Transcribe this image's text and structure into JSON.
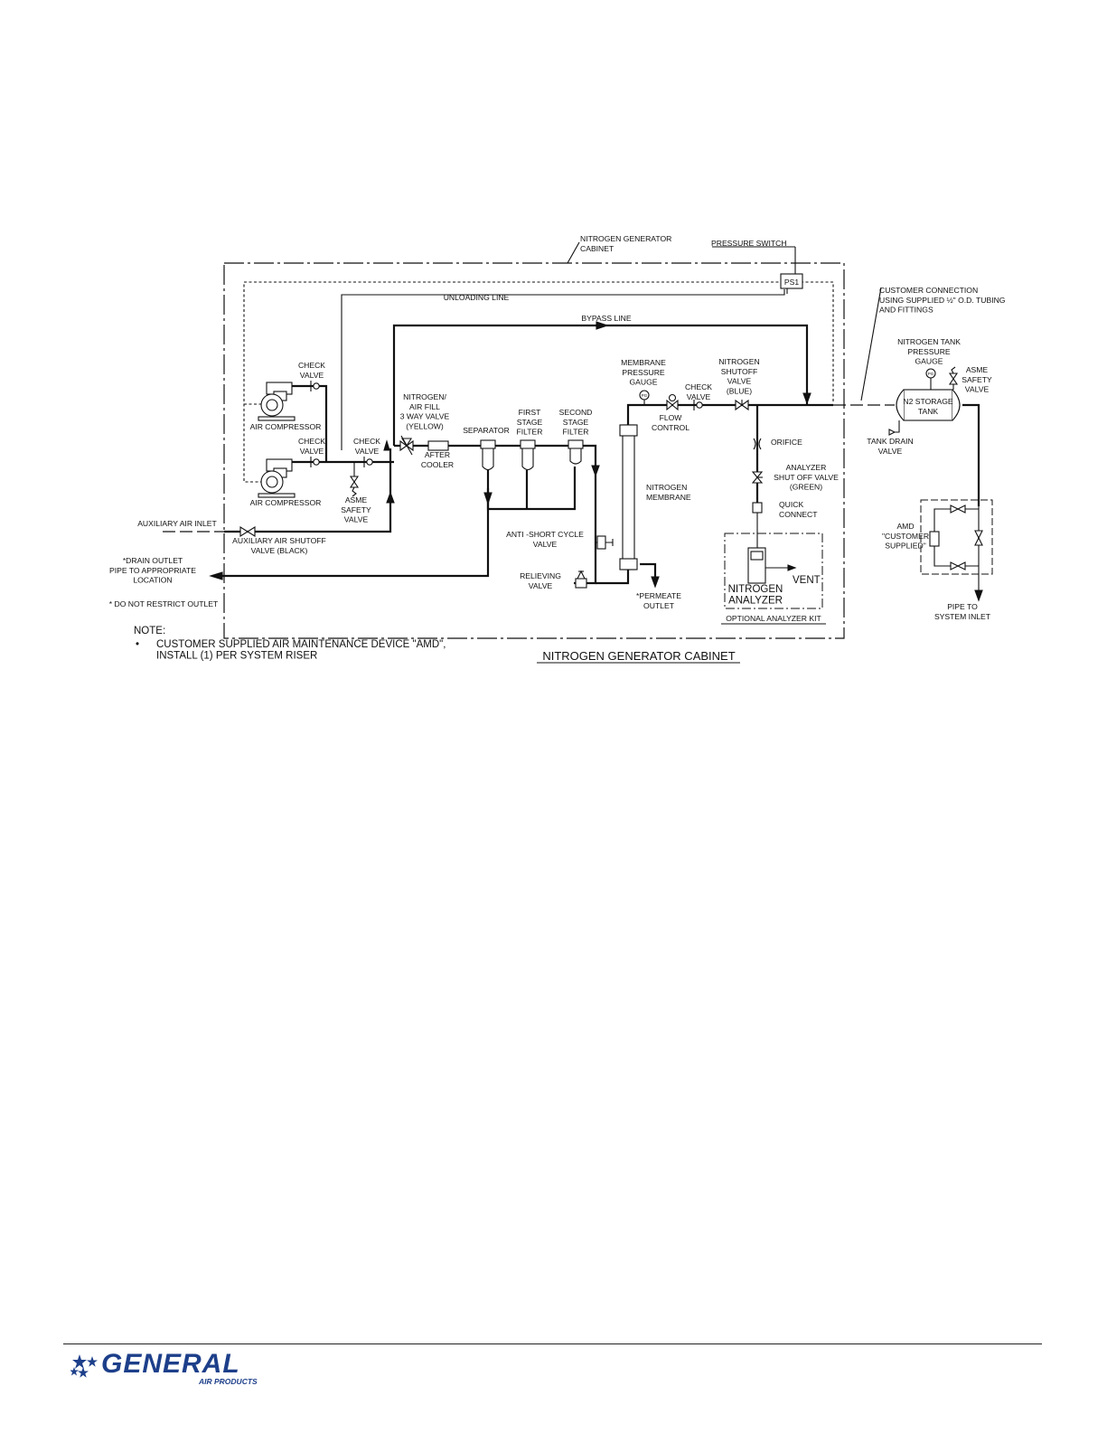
{
  "diagram": {
    "labels": {
      "nitrogen_generator_cabinet_top": [
        "NITROGEN GENERATOR",
        "CABINET"
      ],
      "pressure_switch": "PRESSURE SWITCH",
      "ps1": "PS1",
      "unloading_line": "UNLOADING LINE",
      "bypass_line": "BYPASS LINE",
      "customer_connection": [
        "CUSTOMER CONNECTION",
        "USING SUPPLIED ½\" O.D. TUBING",
        "AND FITTINGS"
      ],
      "check_valve_top": [
        "CHECK",
        "VALVE"
      ],
      "air_compressor_top": "AIR COMPRESSOR",
      "check_valve_mid": [
        "CHECK",
        "VALVE"
      ],
      "air_compressor_bottom": "AIR COMPRESSOR",
      "check_valve_right": [
        "CHECK",
        "VALVE"
      ],
      "asme_safety_valve_left": [
        "ASME",
        "SAFETY",
        "VALVE"
      ],
      "three_way_valve": [
        "NITROGEN/",
        "AIR FILL",
        "3 WAY VALVE",
        "(YELLOW)"
      ],
      "after_cooler": [
        "AFTER",
        "COOLER"
      ],
      "separator": "SEPARATOR",
      "first_stage_filter": [
        "FIRST",
        "STAGE",
        "FILTER"
      ],
      "second_stage_filter": [
        "SECOND",
        "STAGE",
        "FILTER"
      ],
      "membrane_pressure_gauge": [
        "MEMBRANE",
        "PRESSURE",
        "GAUGE"
      ],
      "flow_control": [
        "FLOW",
        "CONTROL"
      ],
      "check_valve_membrane": [
        "CHECK",
        "VALVE"
      ],
      "nitrogen_shutoff_valve": [
        "NITROGEN",
        "SHUTOFF",
        "VALVE",
        "(BLUE)"
      ],
      "orifice": "ORIFICE",
      "analyzer_shutoff_valve": [
        "ANALYZER",
        "SHUT OFF VALVE",
        "(GREEN)"
      ],
      "quick_connect": [
        "QUICK",
        "CONNECT"
      ],
      "nitrogen_membrane": [
        "NITROGEN",
        "MEMBRANE"
      ],
      "anti_short_cycle_valve": [
        "ANTI -SHORT CYCLE",
        "VALVE"
      ],
      "relieving_valve": [
        "RELIEVING",
        "VALVE"
      ],
      "permeate_outlet": [
        "*PERMEATE",
        "OUTLET"
      ],
      "vent": "VENT",
      "nitrogen_analyzer": [
        "NITROGEN",
        "ANALYZER"
      ],
      "optional_analyzer_kit": "OPTIONAL ANALYZER KIT",
      "auxiliary_air_inlet": "AUXILIARY AIR INLET",
      "auxiliary_air_shutoff": [
        "AUXILIARY AIR SHUTOFF",
        "VALVE (BLACK)"
      ],
      "drain_outlet": [
        "*DRAIN OUTLET",
        "PIPE TO APPROPRIATE",
        "LOCATION"
      ],
      "do_not_restrict": "* DO NOT RESTRICT OUTLET",
      "nitrogen_tank_pressure_gauge": [
        "NITROGEN TANK",
        "PRESSURE",
        "GAUGE"
      ],
      "asme_safety_valve_tank": [
        "ASME",
        "SAFETY",
        "VALVE"
      ],
      "n2_storage_tank": [
        "N2 STORAGE",
        "TANK"
      ],
      "tank_drain_valve": [
        "TANK DRAIN",
        "VALVE"
      ],
      "amd": [
        "AMD",
        "\"CUSTOMER",
        "SUPPLIED\""
      ],
      "pipe_to_system_inlet": [
        "PIPE TO",
        "SYSTEM INLET"
      ],
      "note_heading": "NOTE:",
      "note_bullet": "•",
      "note_text": [
        "CUSTOMER SUPPLIED AIR MAINTENANCE DEVICE \"AMD\",",
        "INSTALL (1) PER SYSTEM RISER"
      ],
      "cabinet_title": "NITROGEN GENERATOR CABINET"
    }
  },
  "footer": {
    "logo_word": "GENERAL",
    "logo_sub": "AIR PRODUCTS",
    "logo_color": "#1d3f8a",
    "stars_icon": "stars-icon"
  }
}
